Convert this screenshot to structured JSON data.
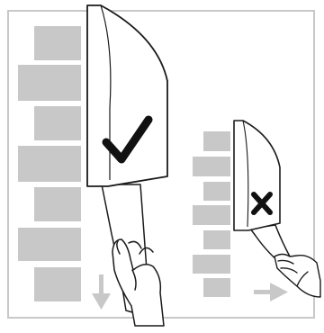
{
  "panels": [
    {
      "name": "correct-method",
      "symbol": "✔",
      "symbol_meaning": "correct",
      "arrow": "down-arrow-icon",
      "icon": "checkmark-icon"
    },
    {
      "name": "incorrect-method",
      "symbol": "✗",
      "symbol_meaning": "incorrect",
      "arrow": "right-arrow-icon",
      "icon": "x-mark-icon"
    }
  ],
  "colors": {
    "frame": "#c8c8c8",
    "block": "#c8c8c8",
    "arrow": "#c8c8c8",
    "line": "#1a1a1a",
    "background": "#ffffff"
  }
}
